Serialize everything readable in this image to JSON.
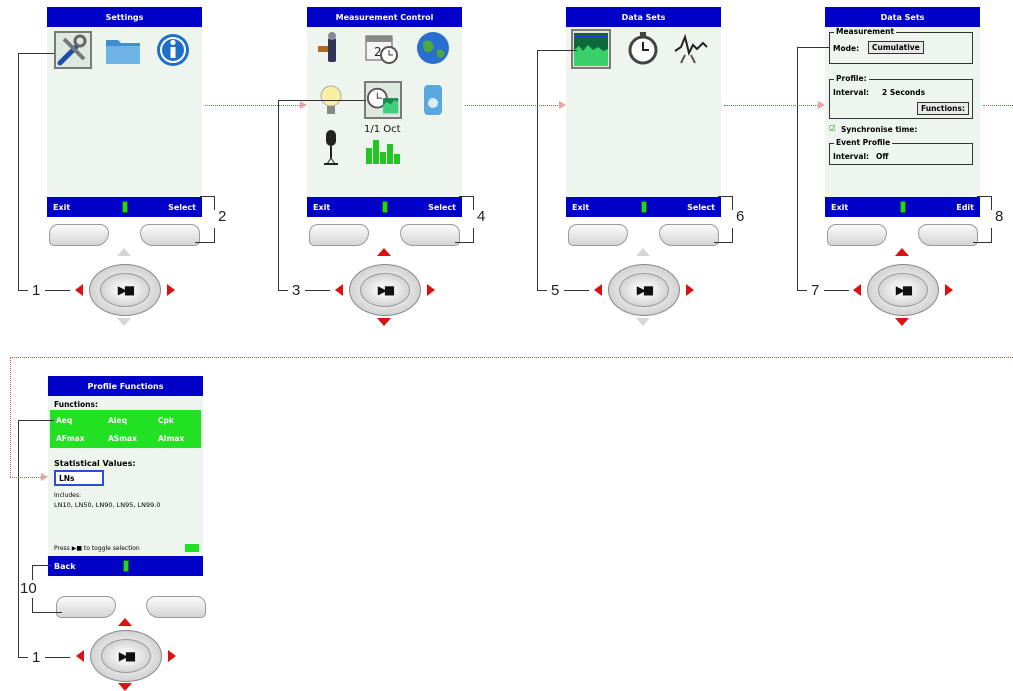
{
  "screens": {
    "s1": {
      "title": "Settings",
      "left": "Exit",
      "right": "Select",
      "icons": [
        "tools-icon",
        "folder-icon",
        "info-icon"
      ]
    },
    "s2": {
      "title": "Measurement Control",
      "left": "Exit",
      "right": "Select",
      "icons": [
        "sound-meter-icon",
        "calendar-clock-icon",
        "globe-icon",
        "lightbulb-icon",
        "profile-stopwatch-icon",
        "calibrator-icon",
        "microphone-icon",
        "octave-bars-icon"
      ],
      "oct_label": "1/1 Oct"
    },
    "s3": {
      "title": "Data Sets",
      "left": "Exit",
      "right": "Select",
      "icons": [
        "profile-chart-icon",
        "stopwatch-icon",
        "event-icon"
      ]
    },
    "s4": {
      "title": "Data Sets",
      "left": "Exit",
      "right": "Edit",
      "measurement": {
        "legend": "Measurement",
        "mode_label": "Mode:",
        "mode_value": "Cumulative"
      },
      "profile": {
        "legend": "Profile:",
        "interval_label": "Interval:",
        "interval_value": "2 Seconds",
        "functions_btn": "Functions:"
      },
      "sync": {
        "check": "☑",
        "label": "Synchronise time:"
      },
      "event": {
        "legend": "Event Profile",
        "interval_label": "Interval:",
        "interval_value": "Off"
      }
    },
    "s5": {
      "title": "Profile Functions",
      "left": "Back",
      "functions_label": "Functions:",
      "functions": [
        "Aeq",
        "AIeq",
        "Cpk",
        "AFmax",
        "ASmax",
        "AImax"
      ],
      "stat_label": "Statistical Values:",
      "stat_value": "LNs",
      "includes_label": "Includes:",
      "includes_value": "LN10, LN50, LN90, LN95, LN99.0",
      "press_text": "Press ▶■ to toggle selection"
    }
  },
  "steps": [
    "1",
    "2",
    "3",
    "4",
    "5",
    "6",
    "7",
    "8",
    "10",
    "1"
  ],
  "play_stop_symbol": "▶■",
  "colors": {
    "header_blue": "#0000c8",
    "screen_bg": "#eef5ee",
    "highlight_green": "#22e022",
    "arrow_red": "#dd1111",
    "dotted": "#e05050"
  }
}
